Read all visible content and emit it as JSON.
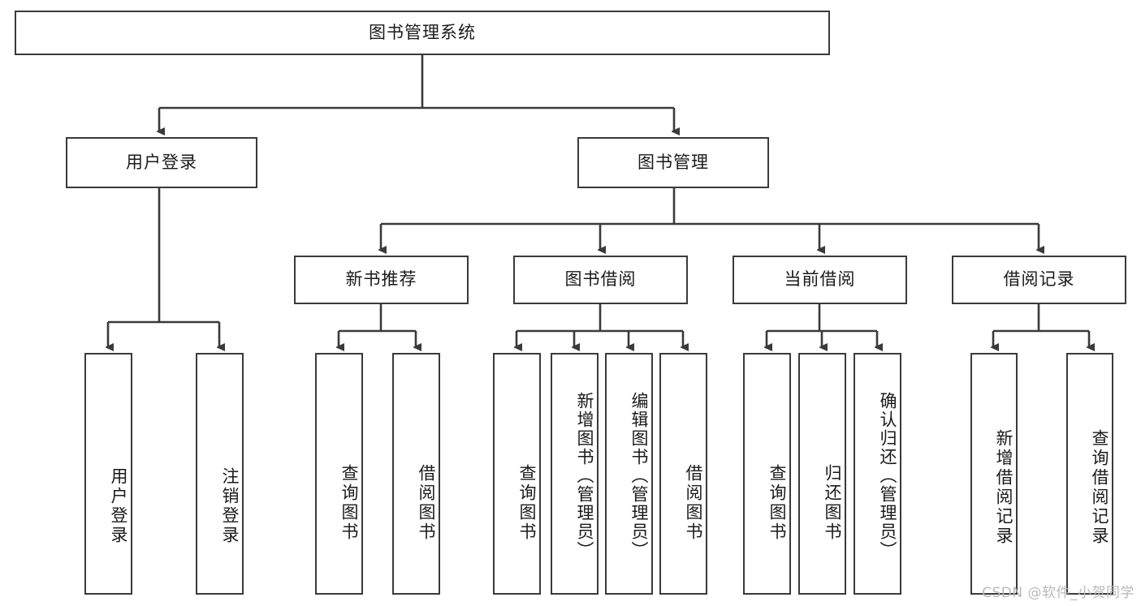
{
  "diagram": {
    "title": "图书管理系统",
    "watermark": "CSDN @软件_小贺同学",
    "line_color": "#3a3a3a",
    "box_fill": "#ffffff",
    "text_color": "#1a1a1a",
    "watermark_color": "#b9b9b9",
    "levels": {
      "root": {
        "label": "图书管理系统"
      },
      "level2": [
        {
          "label": "用户登录"
        },
        {
          "label": "图书管理"
        }
      ],
      "level3": [
        {
          "label": "新书推荐"
        },
        {
          "label": "图书借阅"
        },
        {
          "label": "当前借阅"
        },
        {
          "label": "借阅记录"
        }
      ],
      "leaves": {
        "user_login": [
          {
            "label": "用户登录"
          },
          {
            "label": "注销登录"
          }
        ],
        "new_book_recommend": [
          {
            "label": "查询图书"
          },
          {
            "label": "借阅图书"
          }
        ],
        "book_borrow": [
          {
            "label": "查询图书"
          },
          {
            "label": "新增图书（管理员）"
          },
          {
            "label": "编辑图书（管理员）"
          },
          {
            "label": "借阅图书"
          }
        ],
        "current_borrow": [
          {
            "label": "查询图书"
          },
          {
            "label": "归还图书"
          },
          {
            "label": "确认归还（管理员）"
          }
        ],
        "borrow_records": [
          {
            "label": "新增借阅记录"
          },
          {
            "label": "查询借阅记录"
          }
        ]
      }
    }
  }
}
